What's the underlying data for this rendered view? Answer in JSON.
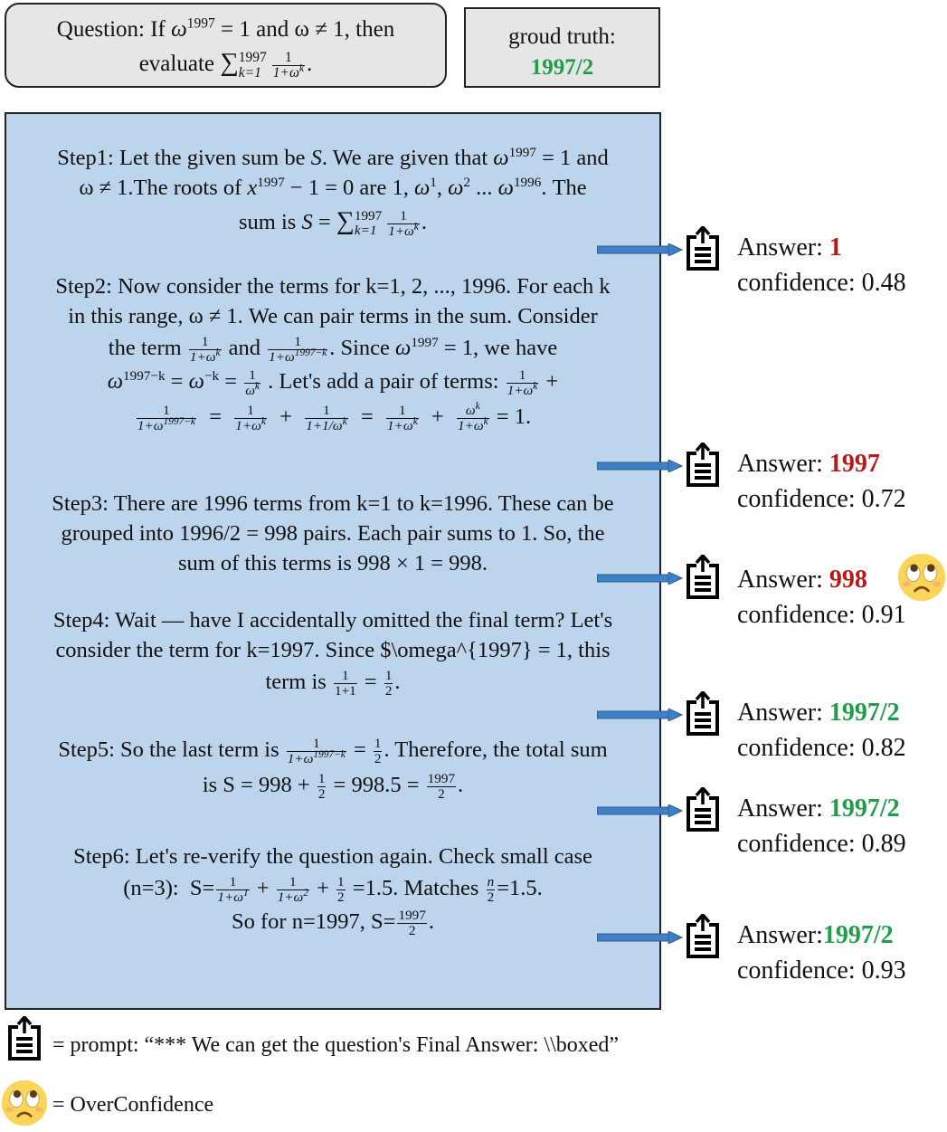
{
  "question": {
    "line1_text": "Question: If ",
    "line1_omega": "ω",
    "line1_exp": "1997",
    "line1_rest": " = 1 and ω ≠ 1, then",
    "line2_text": "evaluate ",
    "line2_sum": "∑",
    "line2_sum_sup": "1997",
    "line2_sum_sub": "k=1",
    "line2_num": "1",
    "line2_den": "1+ω",
    "line2_den_exp": "k",
    "line2_end": "."
  },
  "ground_truth": {
    "label": "groud truth:",
    "value": "1997/2"
  },
  "steps": [
    {
      "l1": "Step1: Let the given sum be ",
      "l1_S": "S",
      "l1b": ". We are given that ",
      "l1_w": "ω",
      "l1_exp": "1997",
      "l1c": " = 1 and",
      "l2a": "ω ≠ 1.The roots of ",
      "l2_x": "x",
      "l2_xexp": "1997",
      "l2b": " − 1 = 0 are 1, ",
      "l2_w1": "ω",
      "l2_w1e": "1",
      "l2c": ", ",
      "l2_w2": "ω",
      "l2_w2e": "2",
      "l2d": " ... ",
      "l2_w3": "ω",
      "l2_w3e": "1996",
      "l2e": ". The",
      "l3a": "sum is ",
      "l3_S": "S",
      "l3b": " = ",
      "l3_sum": "∑",
      "l3_sup": "1997",
      "l3_sub": "k=1",
      "l3_num": "1",
      "l3_den": "1+ω",
      "l3_dene": "k",
      "l3c": "."
    },
    {
      "l1": "Step2: Now consider the terms for k=1, 2, ..., 1996. For each k",
      "l2": "in this range, ω ≠ 1. We can pair terms in the sum. Consider",
      "l3a": "the term ",
      "l3_n1": "1",
      "l3_d1": "1+ω",
      "l3_d1e": "k",
      "l3b": " and ",
      "l3_n2": "1",
      "l3_d2": "1+ω",
      "l3_d2e": "1997−k",
      "l3c": ". Since ",
      "l3_w": "ω",
      "l3_we": "1997",
      "l3d": " = 1, we have",
      "l4_w": "ω",
      "l4_we": "1997−k",
      "l4a": " = ",
      "l4_w2": "ω",
      "l4_w2e": "−k",
      "l4b": " = ",
      "l4_n": "1",
      "l4_d": "ω",
      "l4_de": "k",
      "l4c": " . Let's add a pair of terms: ",
      "l4_n2": "1",
      "l4_d2": "1+ω",
      "l4_d2e": "k",
      "l4d": "  +",
      "l5_n1": "1",
      "l5_d1": "1+ω",
      "l5_d1e": "1997−k",
      "l5a": "  =  ",
      "l5_n2": "1",
      "l5_d2": "1+ω",
      "l5_d2e": "k",
      "l5b": "  +  ",
      "l5_n3": "1",
      "l5_d3": "1+1/ω",
      "l5_d3e": "k",
      "l5c": "  =  ",
      "l5_n4": "1",
      "l5_d4": "1+ω",
      "l5_d4e": "k",
      "l5d": "  +  ",
      "l5_n5": "ω",
      "l5_n5e": "k",
      "l5_d5": "1+ω",
      "l5_d5e": "k",
      "l5e": " = 1."
    },
    {
      "l1": "Step3: There are 1996 terms from k=1 to k=1996. These can be",
      "l2": "grouped into 1996/2 = 998 pairs. Each pair sums to 1. So, the",
      "l3": "sum of this terms is 998 × 1 = 998."
    },
    {
      "l1": "Step4: Wait — have I accidentally omitted the final term? Let's",
      "l2": "consider the term for k=1997. Since $\\omega^{1997} = 1, this",
      "l3a": "term is ",
      "l3_n1": "1",
      "l3_d1": "1+1",
      "l3b": " = ",
      "l3_n2": "1",
      "l3_d2": "2",
      "l3c": "."
    },
    {
      "l1a": "Step5: So the last term is ",
      "l1_n": "1",
      "l1_d": "1+ω",
      "l1_de": "1997−k",
      "l1b": " = ",
      "l1_n2": "1",
      "l1_d2": "2",
      "l1c": ". Therefore, the total sum",
      "l2a": "is S = 998 + ",
      "l2_n": "1",
      "l2_d": "2",
      "l2b": " = 998.5 = ",
      "l2_n2": "1997",
      "l2_d2": "2",
      "l2c": "."
    },
    {
      "l1": "Step6: Let's re-verify the question again. Check small case",
      "l2a": "(n=3):  S=",
      "l2_n1": "1",
      "l2_d1": "1+ω",
      "l2_d1e": "1",
      "l2b": " + ",
      "l2_n2": "1",
      "l2_d2": "1+ω",
      "l2_d2e": "2",
      "l2c": " + ",
      "l2_n3": "1",
      "l2_d3": "2",
      "l2d": " =1.5. Matches ",
      "l2_n4": "n",
      "l2_d4": "2",
      "l2e": "=1.5.",
      "l3a": "So for n=1997, S=",
      "l3_n": "1997",
      "l3_d": "2",
      "l3b": "."
    }
  ],
  "answers": [
    {
      "label": "Answer: ",
      "value": "1",
      "value_color": "#b81818",
      "confidence_label": "confidence: ",
      "confidence": "0.48"
    },
    {
      "label": "Answer: ",
      "value": "1997",
      "value_color": "#b81818",
      "confidence_label": "confidence: ",
      "confidence": "0.72"
    },
    {
      "label": "Answer: ",
      "value": "998",
      "value_color": "#b81818",
      "confidence_label": "confidence: ",
      "confidence": "0.91",
      "emoji": "overconfidence-face-icon"
    },
    {
      "label": "Answer: ",
      "value": "1997/2",
      "value_color": "#1f9e4a",
      "confidence_label": "confidence: ",
      "confidence": "0.82"
    },
    {
      "label": "Answer: ",
      "value": "1997/2",
      "value_color": "#1f9e4a",
      "confidence_label": "confidence: ",
      "confidence": "0.89"
    },
    {
      "label": "Answer:",
      "value": "1997/2",
      "value_color": "#1f9e4a",
      "confidence_label": "confidence: ",
      "confidence": "0.93"
    }
  ],
  "legend": {
    "prompt_text": "= prompt: “*** We can get the question's Final Answer: \\\\boxed”",
    "overconfidence_text": "= OverConfidence"
  },
  "colors": {
    "panel": "#bcd4ec",
    "arrow": "#3f7fc4",
    "correct": "#1f9e4a",
    "wrong": "#b81818",
    "box": "#e6e6e6"
  }
}
